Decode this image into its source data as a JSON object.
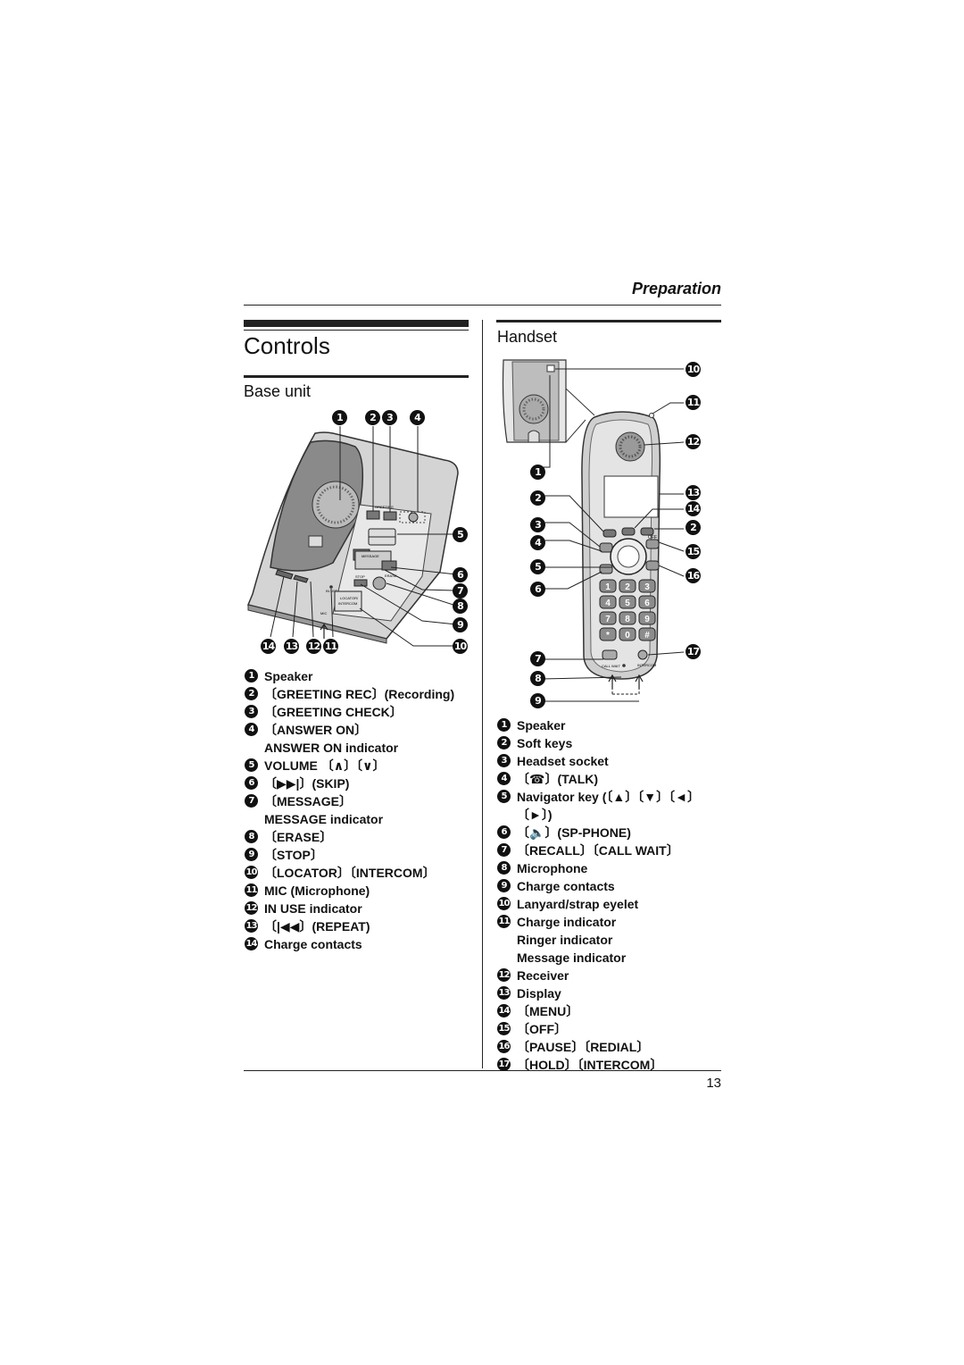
{
  "header": {
    "section": "Preparation"
  },
  "page": {
    "title": "Controls",
    "number": "13"
  },
  "base_unit": {
    "heading": "Base unit",
    "callouts": [
      "1",
      "2",
      "3",
      "4",
      "5",
      "6",
      "7",
      "8",
      "9",
      "10",
      "11",
      "12",
      "13",
      "14"
    ],
    "panel_labels": {
      "greeting": "GREETING",
      "message": "MESSAGE",
      "stop": "STOP",
      "erase": "ERASE",
      "in_use": "IN USE",
      "mic": "MIC",
      "locator": "LOCATOR/",
      "intercom": "INTERCOM"
    },
    "items": [
      {
        "num": "1",
        "lines": [
          "Speaker"
        ]
      },
      {
        "num": "2",
        "lines": [
          "〔GREETING REC〕(Recording)"
        ]
      },
      {
        "num": "3",
        "lines": [
          "〔GREETING CHECK〕"
        ]
      },
      {
        "num": "4",
        "lines": [
          "〔ANSWER ON〕",
          "ANSWER ON indicator"
        ]
      },
      {
        "num": "5",
        "lines": [
          "VOLUME 〔∧〕〔∨〕"
        ]
      },
      {
        "num": "6",
        "lines": [
          "〔▶▶|〕(SKIP)"
        ]
      },
      {
        "num": "7",
        "lines": [
          "〔MESSAGE〕",
          "MESSAGE indicator"
        ]
      },
      {
        "num": "8",
        "lines": [
          "〔ERASE〕"
        ]
      },
      {
        "num": "9",
        "lines": [
          "〔STOP〕"
        ]
      },
      {
        "num": "10",
        "lines": [
          "〔LOCATOR〕〔INTERCOM〕"
        ]
      },
      {
        "num": "11",
        "lines": [
          "MIC (Microphone)"
        ]
      },
      {
        "num": "12",
        "lines": [
          "IN USE indicator"
        ]
      },
      {
        "num": "13",
        "lines": [
          "〔|◀◀〕(REPEAT)"
        ]
      },
      {
        "num": "14",
        "lines": [
          "Charge contacts"
        ]
      }
    ]
  },
  "handset": {
    "heading": "Handset",
    "callouts": [
      "1",
      "2",
      "3",
      "4",
      "5",
      "6",
      "7",
      "8",
      "9",
      "10",
      "11",
      "12",
      "13",
      "14",
      "15",
      "16",
      "17"
    ],
    "panel_labels": {
      "off": "OFF",
      "call_wait": "CALL WAIT",
      "intercom": "INTERCOM"
    },
    "items": [
      {
        "num": "1",
        "lines": [
          "Speaker"
        ]
      },
      {
        "num": "2",
        "lines": [
          "Soft keys"
        ]
      },
      {
        "num": "3",
        "lines": [
          "Headset socket"
        ]
      },
      {
        "num": "4",
        "lines": [
          "〔☎〕(TALK)"
        ]
      },
      {
        "num": "5",
        "lines": [
          "Navigator key (〔▲〕〔▼〕〔◄〕〔►〕)"
        ]
      },
      {
        "num": "6",
        "lines": [
          "〔🔈〕(SP-PHONE)"
        ]
      },
      {
        "num": "7",
        "lines": [
          "〔RECALL〕〔CALL WAIT〕"
        ]
      },
      {
        "num": "8",
        "lines": [
          "Microphone"
        ]
      },
      {
        "num": "9",
        "lines": [
          "Charge contacts"
        ]
      },
      {
        "num": "10",
        "lines": [
          "Lanyard/strap eyelet"
        ]
      },
      {
        "num": "11",
        "lines": [
          "Charge indicator",
          "Ringer indicator",
          "Message indicator"
        ]
      },
      {
        "num": "12",
        "lines": [
          "Receiver"
        ]
      },
      {
        "num": "13",
        "lines": [
          "Display"
        ]
      },
      {
        "num": "14",
        "lines": [
          "〔MENU〕"
        ]
      },
      {
        "num": "15",
        "lines": [
          "〔OFF〕"
        ]
      },
      {
        "num": "16",
        "lines": [
          "〔PAUSE〕〔REDIAL〕"
        ]
      },
      {
        "num": "17",
        "lines": [
          "〔HOLD〕〔INTERCOM〕"
        ]
      }
    ]
  },
  "keypad": [
    "1",
    "2",
    "3",
    "4",
    "5",
    "6",
    "7",
    "8",
    "9",
    "*",
    "0",
    "#"
  ]
}
